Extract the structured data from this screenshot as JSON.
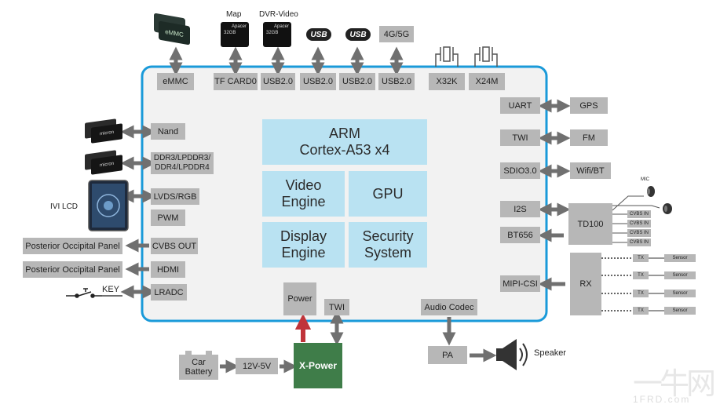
{
  "soc": {
    "cpu": "ARM\nCortex-A53 x4",
    "video": "Video\nEngine",
    "gpu": "GPU",
    "display": "Display\nEngine",
    "security": "Security\nSystem"
  },
  "top_labels": {
    "map": "Map",
    "dvr": "DVR-Video",
    "card_brand": "Apacer",
    "card_size": "32GB",
    "emmc_chip": "eMMC",
    "usb_logo": "USB",
    "lte": "4G/5G"
  },
  "top_ports": [
    "eMMC",
    "TF CARD0",
    "USB2.0",
    "USB2.0",
    "USB2.0",
    "USB2.0",
    "X32K",
    "X24M"
  ],
  "left_ports": {
    "nand": "Nand",
    "ddr": "DDR3/LPDDR3/\nDDR4/LPDDR4",
    "lvds": "LVDS/RGB",
    "pwm": "PWM",
    "cvbs_out": "CVBS OUT",
    "hdmi": "HDMI",
    "lradc": "LRADC"
  },
  "left_external": {
    "ivi_lcd": "IVI LCD",
    "panel_1": "Posterior Occipital Panel",
    "panel_2": "Posterior Occipital Panel",
    "key": "KEY",
    "chip_brand": "micron"
  },
  "right_ports": {
    "uart": "UART",
    "twi": "TWI",
    "sdio": "SDIO3.0",
    "i2s": "I2S",
    "bt656": "BT656",
    "mipi": "MIPI-CSI"
  },
  "right_external": {
    "gps": "GPS",
    "fm": "FM",
    "wifi": "Wifi/BT",
    "td100": "TD100",
    "cvbs_in": [
      "CVBS IN",
      "CVBS IN",
      "CVBS IN",
      "CVBS IN"
    ],
    "mic": "MIC",
    "rx": "RX",
    "tx": [
      "TX",
      "TX",
      "TX",
      "TX"
    ],
    "sensor": [
      "Sensor",
      "Sensor",
      "Sensor",
      "Sensor"
    ]
  },
  "bottom": {
    "power": "Power",
    "twi": "TWI",
    "audio_codec": "Audio Codec",
    "car_battery": "Car\nBattery",
    "regulator": "12V-5V",
    "xpower": "X-Power",
    "pa": "PA",
    "speaker": "Speaker"
  },
  "watermark": "一牛网",
  "watermark_url": "1FRD.com",
  "colors": {
    "soc_border": "#1a9ad9",
    "core_fill": "#b9e2f2",
    "port_fill": "#b7b7b7",
    "arrow": "#707070",
    "xpower_fill": "#3f7d49",
    "power_arrow": "#c0343a"
  }
}
